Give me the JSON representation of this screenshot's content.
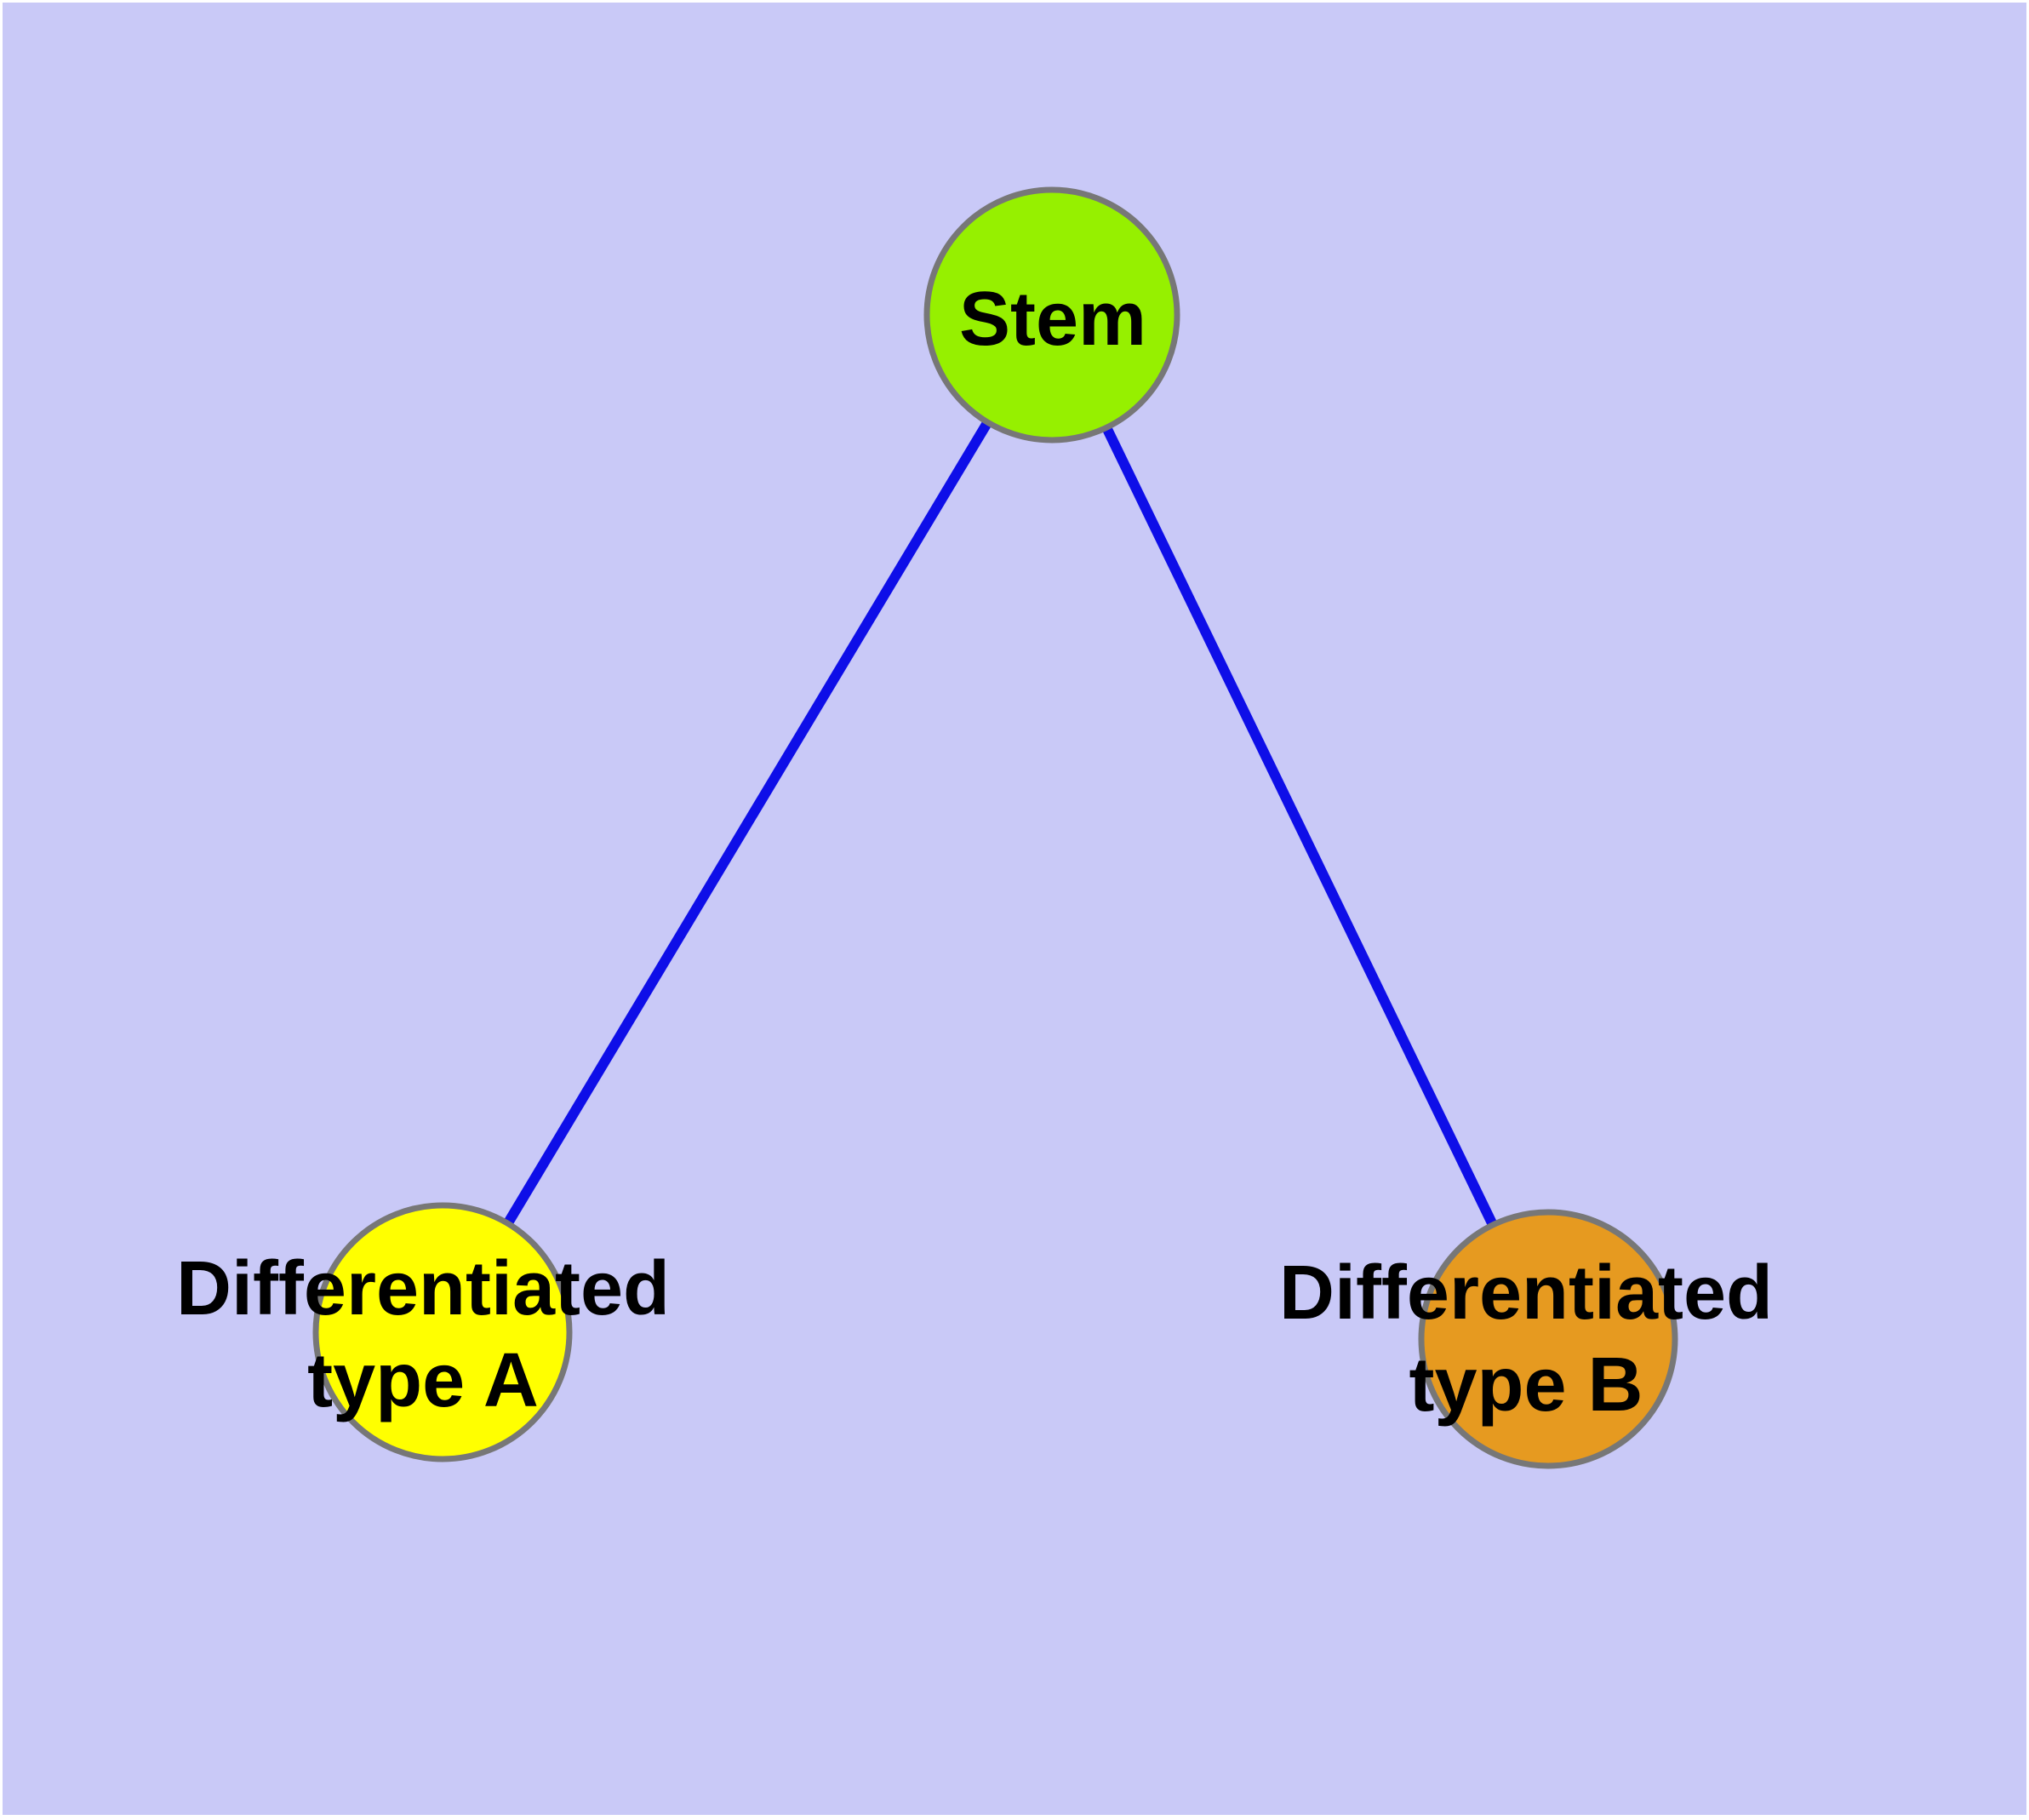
{
  "canvas": {
    "background": "#C9C9F7",
    "frame_color": "#FFFFFF"
  },
  "edges": {
    "color": "#0E0EE8",
    "items": [
      {
        "from": "Stem",
        "to": "Differentiated type A"
      },
      {
        "from": "Stem",
        "to": "Differentiated type B"
      }
    ]
  },
  "nodes": {
    "stem": {
      "label": "Stem",
      "fill": "#96F000",
      "border": "#777777"
    },
    "a": {
      "line1": "Differentiated",
      "line2": "type A",
      "fill": "#FFFF00",
      "border": "#777777"
    },
    "b": {
      "line1": "Differentiated",
      "line2": "type B",
      "fill": "#E69A20",
      "border": "#777777"
    }
  },
  "text_color": "#000000"
}
